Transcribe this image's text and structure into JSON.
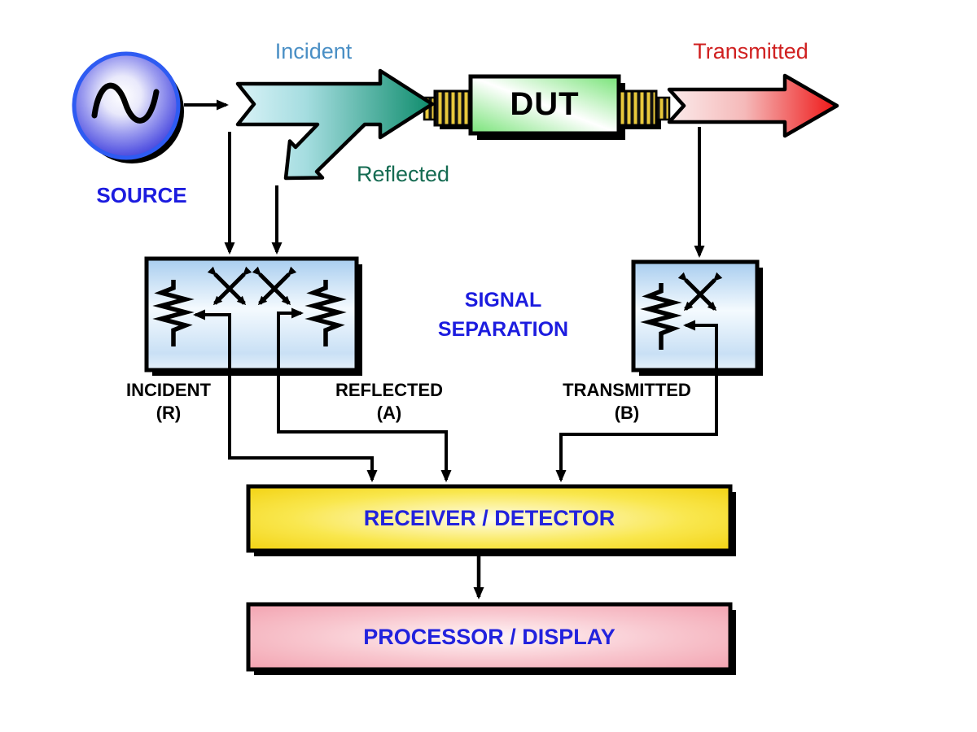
{
  "diagram": {
    "source": {
      "label": "SOURCE"
    },
    "flows": {
      "incident": "Incident",
      "reflected": "Reflected",
      "transmitted": "Transmitted"
    },
    "dut": {
      "label": "DUT"
    },
    "signal_separation": {
      "line1": "SIGNAL",
      "line2": "SEPARATION"
    },
    "channels": [
      {
        "name": "INCIDENT",
        "designator": "(R)"
      },
      {
        "name": "REFLECTED",
        "designator": "(A)"
      },
      {
        "name": "TRANSMITTED",
        "designator": "(B)"
      }
    ],
    "receiver": {
      "label": "RECEIVER / DETECTOR"
    },
    "processor": {
      "label": "PROCESSOR / DISPLAY"
    }
  },
  "colors": {
    "canvas_bg": "#FFFFFF",
    "label_blue": "#1C1CDF",
    "box_text_blue": "#2222DD",
    "incident_label": "#4A8FC5",
    "reflected_label": "#156B52",
    "transmitted_label": "#D02020",
    "source_ring": "#2E5BF2",
    "source_fill_light": "#FFFFFF",
    "source_fill_mid": "#9B9BEF",
    "source_fill_edge": "#4444DA",
    "incident_arrow_light": "#D9F2F7",
    "incident_arrow_mid": "#A5DDE0",
    "incident_arrow_dark": "#0E8C6C",
    "transmitted_arrow_light": "#FBEBEB",
    "transmitted_arrow_mid": "#F5B9B9",
    "transmitted_arrow_dark": "#EE1414",
    "dut_green": "#77E377",
    "connector_yellow": "#E8C83C",
    "separation_box_top": "#A8CDEF",
    "separation_box_light": "#F4FAFE",
    "separation_box_bottom": "#C9E0F5",
    "receiver_gold": "#F2CF08",
    "receiver_mid": "#F9E74E",
    "receiver_light": "#FFFDEB",
    "processor_pink": "#F29EAC",
    "processor_mid": "#F8C6CE",
    "processor_light": "#FFF6F7"
  }
}
